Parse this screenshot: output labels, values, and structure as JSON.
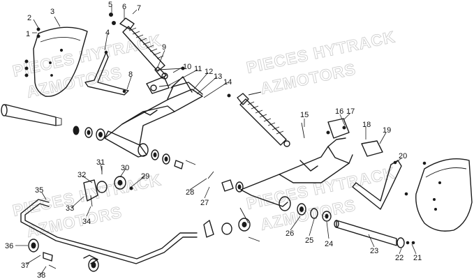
{
  "watermarks": [
    "PIECES HYTRACK",
    "AZMOTORS"
  ],
  "callouts": [
    "1",
    "2",
    "3",
    "4",
    "5",
    "6",
    "7",
    "8",
    "9",
    "10",
    "11",
    "12",
    "13",
    "14",
    "15",
    "16",
    "17",
    "18",
    "19",
    "20",
    "21",
    "22",
    "23",
    "24",
    "25",
    "26",
    "27",
    "28",
    "29",
    "30",
    "31",
    "32",
    "33",
    "34",
    "35",
    "36",
    "37",
    "38"
  ]
}
